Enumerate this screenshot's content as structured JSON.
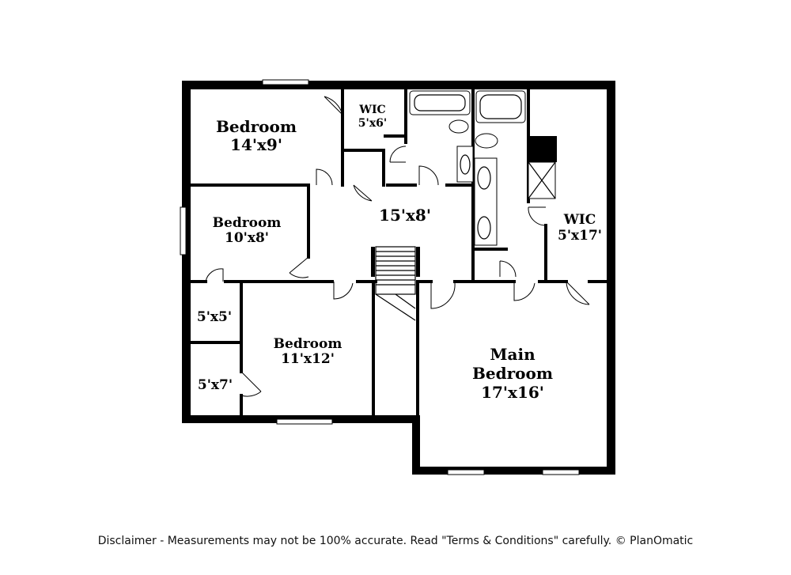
{
  "rooms": {
    "bedroom_nw": {
      "name": "Bedroom",
      "size": "14'x9'"
    },
    "wic_north": {
      "name": "WIC",
      "size": "5'x6'"
    },
    "bedroom_west": {
      "name": "Bedroom",
      "size": "10'x8'"
    },
    "hall": {
      "size": "15'x8'"
    },
    "wic_east": {
      "name": "WIC",
      "size": "5'x17'"
    },
    "closet_a": {
      "size": "5'x5'"
    },
    "closet_b": {
      "size": "5'x7'"
    },
    "bedroom_sw": {
      "name": "Bedroom",
      "size": "11'x12'"
    },
    "main_bedroom": {
      "name_line1": "Main",
      "name_line2": "Bedroom",
      "size": "17'x16'"
    }
  },
  "disclaimer": "Disclaimer - Measurements may not be 100% accurate. Read \"Terms & Conditions\" carefully. © PlanOmatic"
}
